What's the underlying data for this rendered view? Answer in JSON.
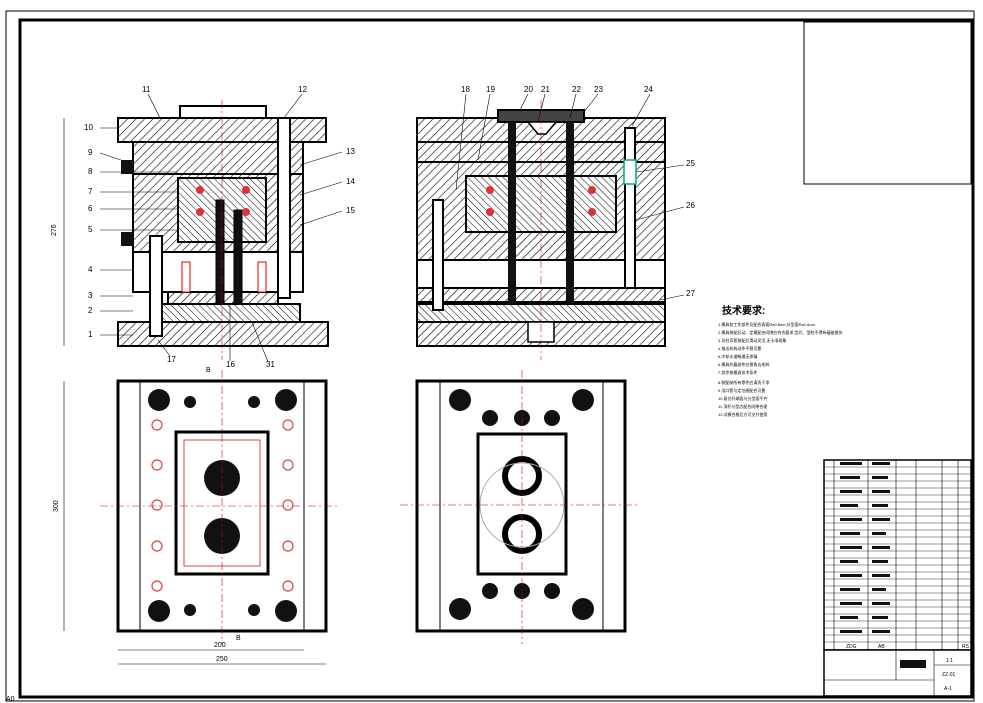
{
  "sheet": {
    "corner_mark": "A0",
    "title_block": {
      "cell_a": "ZDG",
      "cell_b": "AB",
      "cell_c": "RS",
      "name": "ZZ-01",
      "ratio": "1:1",
      "drawing_no": "A-1"
    }
  },
  "tech_requirements": {
    "title": "技术要求:",
    "lines": [
      "1.模具各工作部件及配合表面Ra0.8um,分型面Ra1.6um",
      "2.模具装配后动、定模配合间隙应符合要求,型芯、型腔不得有磕碰损伤",
      "3.导柱导套装配后滑动灵活,无卡滞现象",
      "4.推出机构动作平稳可靠",
      "5.冷却水道畅通无渗漏",
      "6.模具外露部件应倒角去毛刺",
      "7.其余按模具技术条件",
      "8.装配前所有零件应清洗干净",
      "9.浇口套与定位圈配合可靠",
      "10.复位杆端面与分型面平齐",
      "11.顶杆与型芯配合间隙合理",
      "12.试模合格后方可交付使用"
    ]
  },
  "callouts": [
    "1",
    "2",
    "3",
    "4",
    "5",
    "6",
    "7",
    "8",
    "9",
    "10",
    "11",
    "12",
    "13",
    "14",
    "15",
    "16",
    "17",
    "18",
    "19",
    "20",
    "21",
    "22",
    "23",
    "24",
    "25",
    "26",
    "27",
    "31"
  ],
  "dimensions": {
    "height": "276",
    "width_plan": "300",
    "width_inner": "200",
    "width_outer": "250"
  },
  "section_marks": {
    "b": "B"
  }
}
